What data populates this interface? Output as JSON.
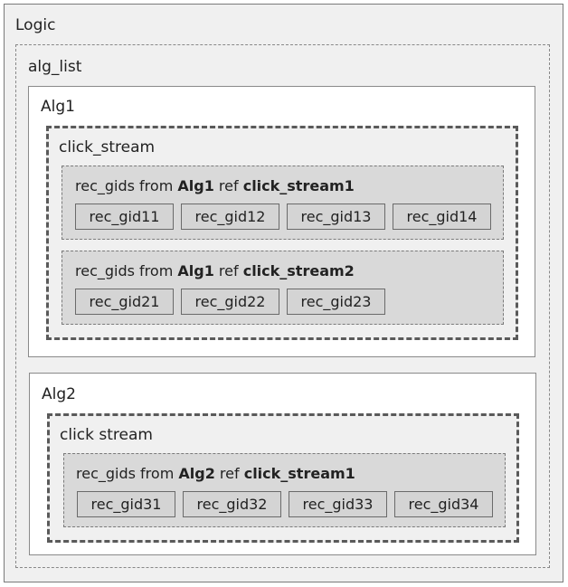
{
  "logic": {
    "label": "Logic"
  },
  "alg_list": {
    "label": "alg_list"
  },
  "alg1": {
    "label": "Alg1",
    "stream_label": "click_stream",
    "groups": [
      {
        "prefix": "rec_gids from ",
        "alg": "Alg1",
        "mid": " ref ",
        "stream": "click_stream1",
        "items": [
          "rec_gid11",
          "rec_gid12",
          "rec_gid13",
          "rec_gid14"
        ]
      },
      {
        "prefix": "rec_gids from ",
        "alg": "Alg1",
        "mid": " ref ",
        "stream": "click_stream2",
        "items": [
          "rec_gid21",
          "rec_gid22",
          "rec_gid23"
        ]
      }
    ]
  },
  "alg2": {
    "label": "Alg2",
    "stream_label": "click stream",
    "groups": [
      {
        "prefix": "rec_gids from ",
        "alg": "Alg2",
        "mid": " ref ",
        "stream": "click_stream1",
        "items": [
          "rec_gid31",
          "rec_gid32",
          "rec_gid33",
          "rec_gid34"
        ]
      }
    ]
  }
}
